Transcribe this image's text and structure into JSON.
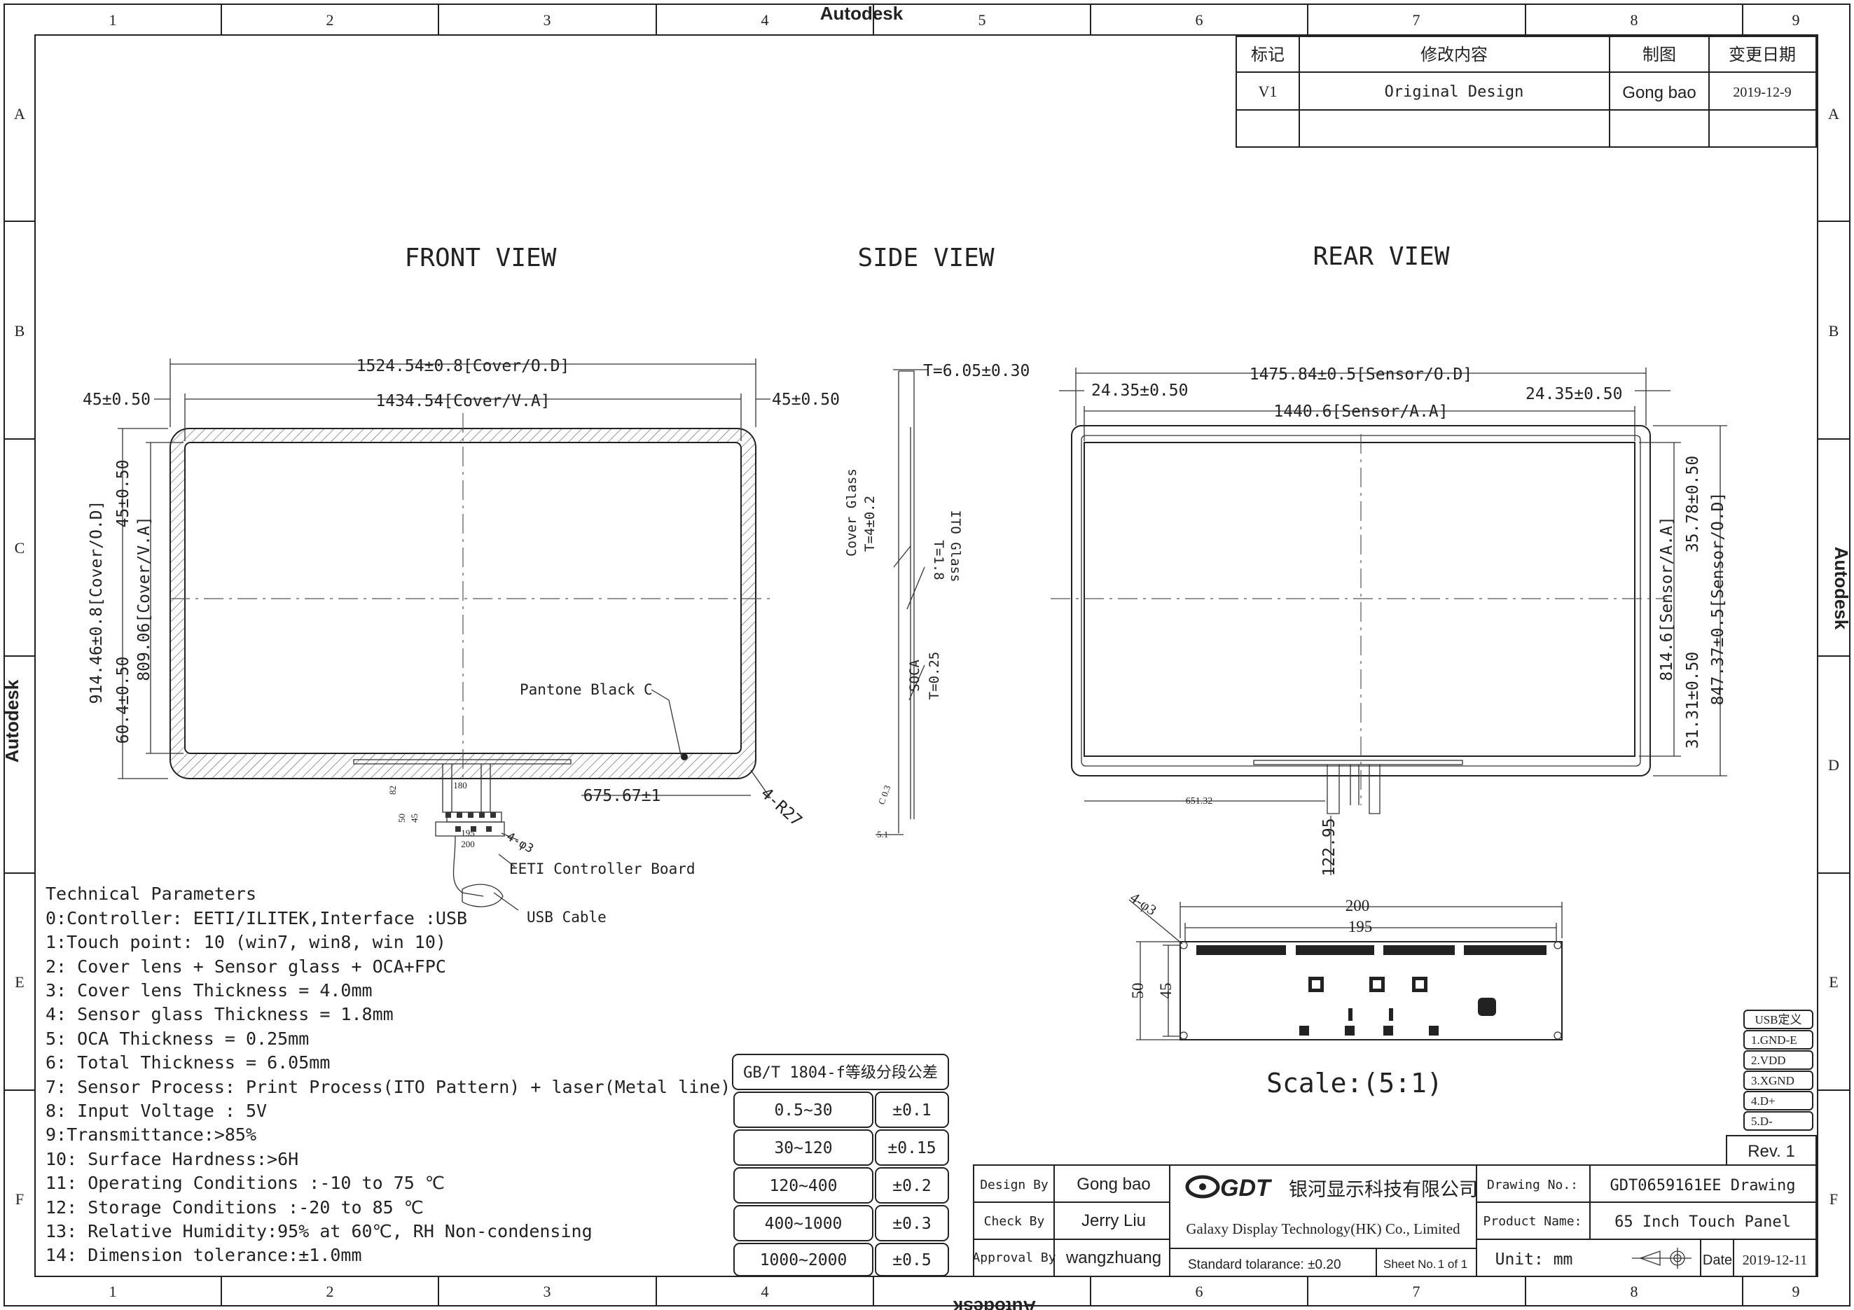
{
  "watermark": "Autodesk",
  "grid": {
    "columns": [
      "1",
      "2",
      "3",
      "4",
      "5",
      "6",
      "7",
      "8",
      "9"
    ],
    "rows": [
      "A",
      "B",
      "C",
      "D",
      "E",
      "F"
    ]
  },
  "revision_table": {
    "headers": [
      "标记",
      "修改内容",
      "制图",
      "变更日期"
    ],
    "row": [
      "V1",
      "Original Design",
      "Gong bao",
      "2019-12-9"
    ]
  },
  "views": {
    "front": "FRONT VIEW",
    "side": "SIDE VIEW",
    "rear": "REAR VIEW"
  },
  "front_dims": {
    "overall_width": "1524.54±0.8[Cover/O.D]",
    "va_width": "1434.54[Cover/V.A]",
    "left_margin": "45±0.50",
    "right_margin": "45±0.50",
    "overall_height": "914.46±0.8[Cover/O.D]",
    "va_height": "809.06[Cover/V.A]",
    "top_margin": "45±0.50",
    "bottom_margin": "60.4±0.50",
    "tail_offset": "675.67±1",
    "corner": "4-R27",
    "pantone": "Pantone Black C",
    "fpc_180": "180",
    "fpc_82": "82",
    "fpc_50": "50",
    "fpc_45": "45",
    "fpc_195": "195",
    "fpc_200": "200",
    "holes": "4-φ3",
    "controller": "EETI Controller Board",
    "usb": "USB Cable"
  },
  "side_dims": {
    "total": "T=6.05±0.30",
    "cover_glass": "Cover Glass",
    "cover_t": "T=4±0.2",
    "ito_glass": "ITO Glass",
    "ito_t": "T=1.8",
    "oca": "SOCA",
    "oca_t": "T=0.25",
    "c03": "C 0.3",
    "d51": "5.1"
  },
  "rear_dims": {
    "overall_width": "1475.84±0.5[Sensor/O.D]",
    "aa_width": "1440.6[Sensor/A.A]",
    "left_margin": "24.35±0.50",
    "right_margin": "24.35±0.50",
    "aa_height": "814.6[Sensor/A.A]",
    "overall_height": "847.37±0.5[Sensor/O.D]",
    "top_margin": "35.78±0.50",
    "bottom_margin": "31.31±0.50",
    "tail_offset": "651.32",
    "tail_height": "122.95"
  },
  "pcb_detail": {
    "w200": "200",
    "w195": "195",
    "h50": "50",
    "h45": "45",
    "holes": "4-φ3",
    "scale": "Scale:(5:1)"
  },
  "tech_params": {
    "title": "Technical Parameters",
    "lines": [
      "0:Controller: EETI/ILITEK,Interface :USB",
      "1:Touch point: 10 (win7, win8, win 10)",
      "2: Cover lens + Sensor glass + OCA+FPC",
      "3: Cover lens Thickness = 4.0mm",
      "4: Sensor glass Thickness = 1.8mm",
      "5: OCA Thickness = 0.25mm",
      "6: Total Thickness = 6.05mm",
      "7: Sensor Process: Print Process(ITO Pattern) + laser(Metal line)",
      "8: Input Voltage : 5V",
      "9:Transmittance:>85%",
      "10: Surface Hardness:>6H",
      "11: Operating Conditions :-10 to 75 ℃",
      "12: Storage Conditions :-20 to 85 ℃",
      "13: Relative Humidity:95% at 60℃, RH Non-condensing",
      "14: Dimension tolerance:±1.0mm"
    ]
  },
  "tolerance_table": {
    "title": "GB/T 1804-f等级分段公差",
    "rows": [
      [
        "0.5~30",
        "±0.1"
      ],
      [
        "30~120",
        "±0.15"
      ],
      [
        "120~400",
        "±0.2"
      ],
      [
        "400~1000",
        "±0.3"
      ],
      [
        "1000~2000",
        "±0.5"
      ]
    ]
  },
  "usb_def": {
    "title": "USB定义",
    "pins": [
      "1.GND-E",
      "2.VDD",
      "3.XGND",
      "4.D+",
      "5.D-"
    ]
  },
  "rev": "Rev. 1",
  "title_block": {
    "design_by_label": "Design By",
    "design_by": "Gong bao",
    "check_by_label": "Check By",
    "check_by": "Jerry Liu",
    "approval_label": "Approval By",
    "approval_by": "wangzhuang",
    "logo": "GDT",
    "company_cn": "银河显示科技有限公司",
    "company_en": "Galaxy Display Technology(HK) Co., Limited",
    "tolerance": "Standard tolarance: ±0.20",
    "sheet_label": "Sheet No.",
    "sheet": "1 of 1",
    "drawing_no_label": "Drawing No.:",
    "drawing_no": "GDT0659161EE Drawing",
    "product_label": "Product Name:",
    "product": "65 Inch Touch Panel",
    "unit": "Unit: mm",
    "date_label": "Date",
    "date": "2019-12-11"
  }
}
